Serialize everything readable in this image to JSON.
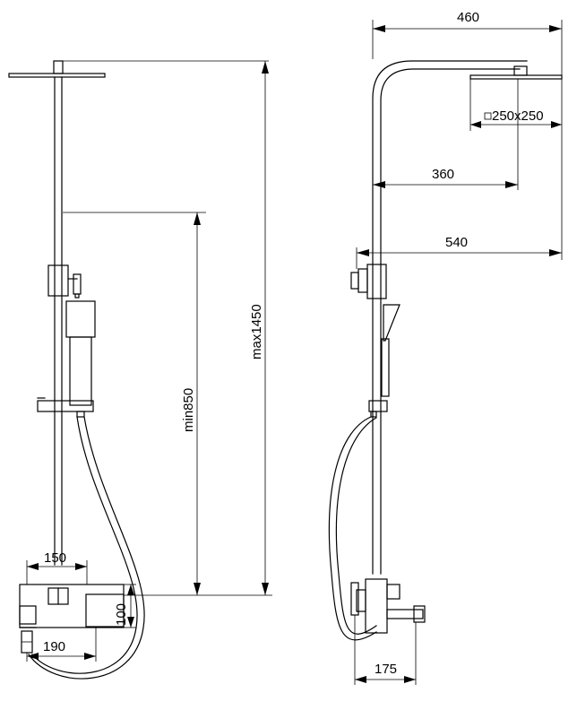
{
  "dimensions": {
    "width_460": "460",
    "head_250": "250x250",
    "arm_360": "360",
    "depth_540": "540",
    "height_max": "max1450",
    "height_min": "min850",
    "mixer_150": "150",
    "mixer_100": "100",
    "mixer_190": "190",
    "side_175": "175"
  },
  "colors": {
    "line": "#000000",
    "background": "#ffffff"
  }
}
